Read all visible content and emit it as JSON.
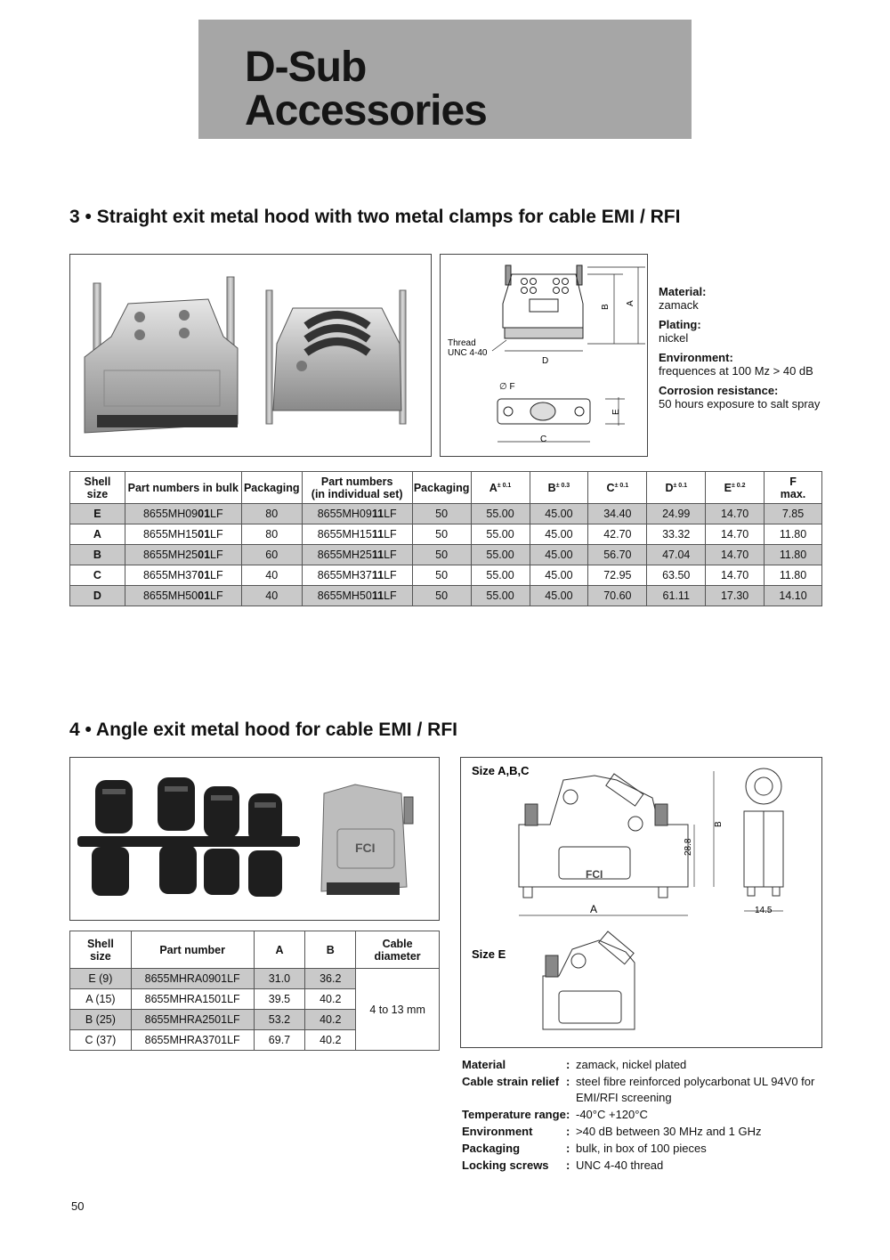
{
  "header": {
    "title_line1": "D-Sub",
    "title_line2": "Accessories"
  },
  "section3": {
    "title": "3 • Straight exit metal hood with two metal clamps for cable EMI / RFI",
    "drawing": {
      "thread_label_1": "Thread",
      "thread_label_2": "UNC 4-40",
      "dim_a": "A",
      "dim_b": "B",
      "dim_c": "C",
      "dim_d": "D",
      "dim_e": "E",
      "dim_f": "∅ F"
    },
    "specs": [
      {
        "label": "Material:",
        "value": "zamack"
      },
      {
        "label": "Plating:",
        "value": "nickel"
      },
      {
        "label": "Environment:",
        "value": "frequences at 100 Mz > 40 dB"
      },
      {
        "label": "Corrosion resistance:",
        "value": "50 hours exposure to salt spray"
      }
    ],
    "table": {
      "headers": {
        "shell": "Shell",
        "shell2": "size",
        "bulk": "Part numbers in bulk",
        "packaging": "Packaging",
        "set": "Part numbers",
        "set2": "(in individual set)",
        "packaging2": "Packaging",
        "a": "A",
        "a_tol": "± 0.1",
        "b": "B",
        "b_tol": "± 0.3",
        "c": "C",
        "c_tol": "± 0.1",
        "d": "D",
        "d_tol": "± 0.1",
        "e": "E",
        "e_tol": "± 0.2",
        "f": "F",
        "f2": "max."
      },
      "rows": [
        {
          "shell": "E",
          "bulk_pre": "8655MH09",
          "bulk_bold": "01",
          "bulk_post": "LF",
          "pack": "80",
          "set_pre": "8655MH09",
          "set_bold": "11",
          "set_post": "LF",
          "pack2": "50",
          "a": "55.00",
          "b": "45.00",
          "c": "34.40",
          "d": "24.99",
          "e": "14.70",
          "f": "7.85"
        },
        {
          "shell": "A",
          "bulk_pre": "8655MH15",
          "bulk_bold": "01",
          "bulk_post": "LF",
          "pack": "80",
          "set_pre": "8655MH15",
          "set_bold": "11",
          "set_post": "LF",
          "pack2": "50",
          "a": "55.00",
          "b": "45.00",
          "c": "42.70",
          "d": "33.32",
          "e": "14.70",
          "f": "11.80"
        },
        {
          "shell": "B",
          "bulk_pre": "8655MH25",
          "bulk_bold": "01",
          "bulk_post": "LF",
          "pack": "60",
          "set_pre": "8655MH25",
          "set_bold": "11",
          "set_post": "LF",
          "pack2": "50",
          "a": "55.00",
          "b": "45.00",
          "c": "56.70",
          "d": "47.04",
          "e": "14.70",
          "f": "11.80"
        },
        {
          "shell": "C",
          "bulk_pre": "8655MH37",
          "bulk_bold": "01",
          "bulk_post": "LF",
          "pack": "40",
          "set_pre": "8655MH37",
          "set_bold": "11",
          "set_post": "LF",
          "pack2": "50",
          "a": "55.00",
          "b": "45.00",
          "c": "72.95",
          "d": "63.50",
          "e": "14.70",
          "f": "11.80"
        },
        {
          "shell": "D",
          "bulk_pre": "8655MH50",
          "bulk_bold": "01",
          "bulk_post": "LF",
          "pack": "40",
          "set_pre": "8655MH50",
          "set_bold": "11",
          "set_post": "LF",
          "pack2": "50",
          "a": "55.00",
          "b": "45.00",
          "c": "70.60",
          "d": "61.11",
          "e": "17.30",
          "f": "14.10"
        }
      ]
    }
  },
  "section4": {
    "title": "4 • Angle exit metal hood for cable EMI / RFI",
    "photo_logo": "FCI",
    "drawing": {
      "size_abc_label": "Size A,B,C",
      "size_e_label": "Size E",
      "dim_a": "A",
      "dim_b": "B",
      "dim_h": "28.8",
      "dim_w": "14.5",
      "logo": "FCI"
    },
    "table": {
      "headers": {
        "shell": "Shell",
        "shell2": "size",
        "part": "Part number",
        "a": "A",
        "b": "B",
        "cable": "Cable",
        "cable2": "diameter"
      },
      "cable_value": "4 to 13 mm",
      "rows": [
        {
          "shell": "E (9)",
          "part": "8655MHRA0901LF",
          "a": "31.0",
          "b": "36.2"
        },
        {
          "shell": "A (15)",
          "part": "8655MHRA1501LF",
          "a": "39.5",
          "b": "40.2"
        },
        {
          "shell": "B (25)",
          "part": "8655MHRA2501LF",
          "a": "53.2",
          "b": "40.2"
        },
        {
          "shell": "C (37)",
          "part": "8655MHRA3701LF",
          "a": "69.7",
          "b": "40.2"
        }
      ]
    },
    "properties": [
      {
        "label": "Material",
        "value": "zamack, nickel plated",
        "value2": ""
      },
      {
        "label": "Cable strain relief",
        "value": "steel fibre reinforced polycarbonat UL 94V0 for",
        "value2": "EMI/RFI screening"
      },
      {
        "label": "Temperature range",
        "value": "-40°C  +120°C",
        "value2": ""
      },
      {
        "label": "Environment",
        "value": ">40 dB between 30 MHz and 1 GHz",
        "value2": ""
      },
      {
        "label": "Packaging",
        "value": "bulk, in box of 100 pieces",
        "value2": ""
      },
      {
        "label": "Locking screws",
        "value": "UNC 4-40 thread",
        "value2": ""
      }
    ],
    "colon": ":"
  },
  "footer": {
    "page_number": "50"
  },
  "colors": {
    "title_box": "#a6a6a6",
    "row_shade": "#c9c9c9"
  }
}
